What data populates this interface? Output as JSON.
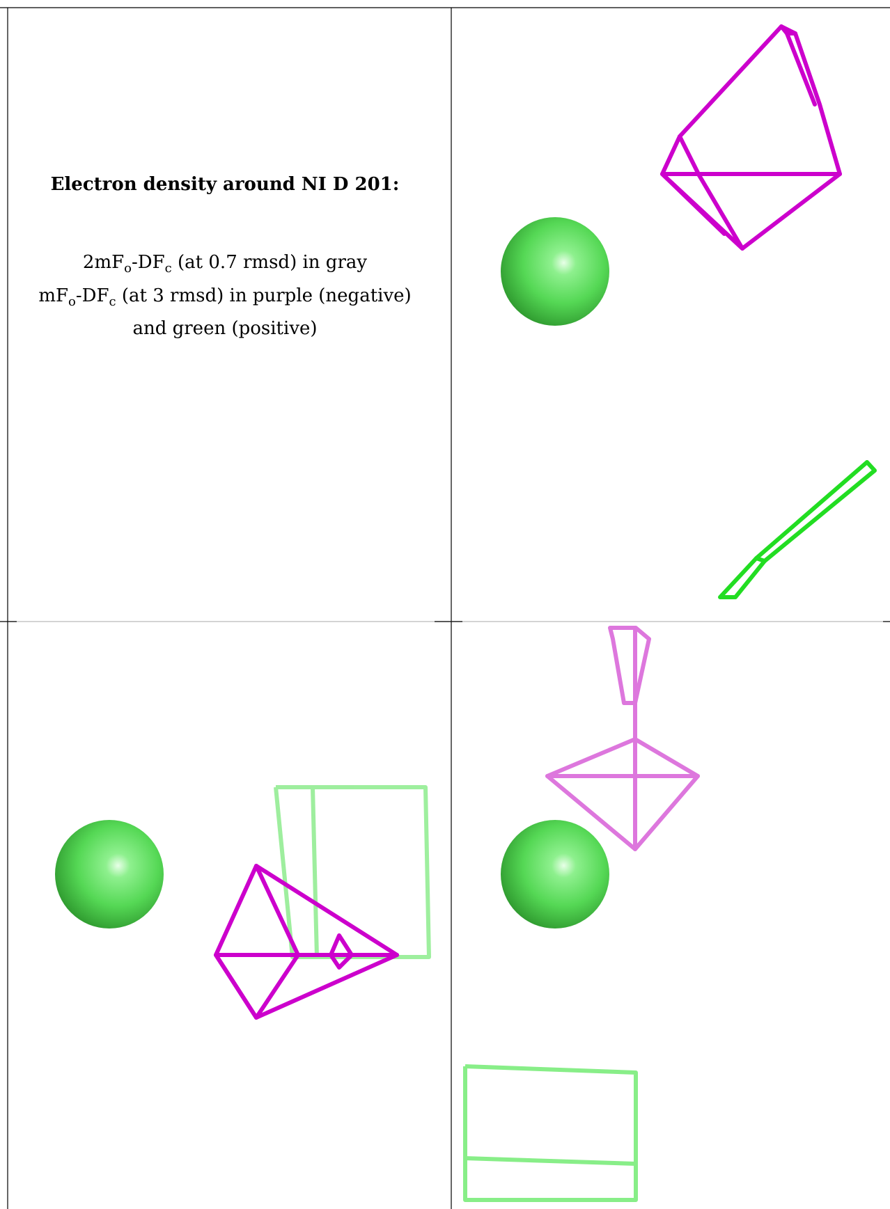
{
  "caption": {
    "title": "Electron density around NI D 201:",
    "line1": {
      "a": "2mF",
      "a_sub": "o",
      "b": "-DF",
      "b_sub": "c",
      "c": " (at 0.7 rmsd) in gray"
    },
    "line2": {
      "a": "mF",
      "a_sub": "o",
      "b": "-DF",
      "b_sub": "c",
      "c": " (at 3 rmsd) in purple (negative)"
    },
    "line3": "and green (positive)"
  },
  "colors": {
    "negative_density": "#cc00cc",
    "negative_density_faded": "#dd77dd",
    "positive_density": "#22ee22",
    "positive_density_faded": "#99ee99",
    "atom": "#55dd55",
    "grid_line": "#000000"
  },
  "panels": [
    {
      "name": "view-top-right",
      "atom": "nickel-ion-sphere"
    },
    {
      "name": "view-bottom-left",
      "atom": "nickel-ion-sphere"
    },
    {
      "name": "view-bottom-right",
      "atom": "nickel-ion-sphere"
    }
  ]
}
